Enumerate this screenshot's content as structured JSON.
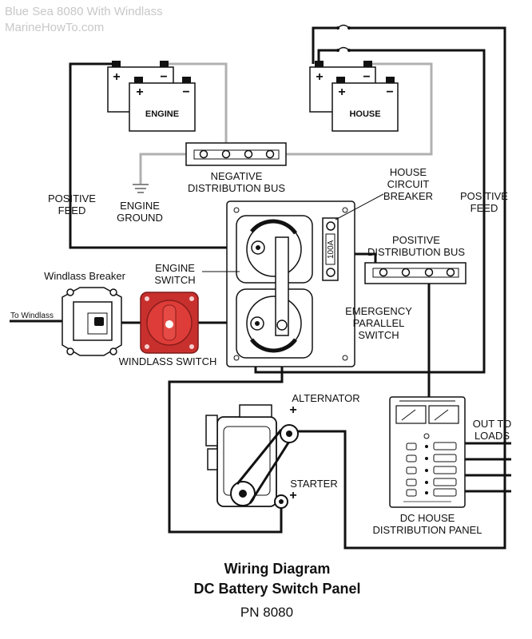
{
  "watermark": {
    "line1": "Blue Sea 8080 With Windlass",
    "line2": "MarineHowTo.com"
  },
  "batteries": {
    "engine": "ENGINE",
    "house": "HOUSE",
    "plus": "+",
    "minus": "−"
  },
  "labels": {
    "neg_bus_1": "NEGATIVE",
    "neg_bus_2": "DISTRIBUTION  BUS",
    "pos_feed_left_1": "POSITIVE",
    "pos_feed_left_2": "FEED",
    "engine_ground_1": "ENGINE",
    "engine_ground_2": "GROUND",
    "house_cb_1": "HOUSE",
    "house_cb_2": "CIRCUIT",
    "house_cb_3": "BREAKER",
    "pos_feed_right_1": "POSITIVE",
    "pos_feed_right_2": "FEED",
    "pos_bus_1": "POSITIVE",
    "pos_bus_2": "DISTRIBUTION  BUS",
    "windlass_breaker": "Windlass Breaker",
    "to_windlass": "To Windlass",
    "engine_switch_1": "ENGINE",
    "engine_switch_2": "SWITCH",
    "emergency_1": "EMERGENCY",
    "emergency_2": "PARALLEL",
    "emergency_3": "SWITCH",
    "windlass_switch": "WINDLASS SWITCH",
    "alternator": "ALTERNATOR",
    "alt_plus": "+",
    "starter": "STARTER",
    "starter_plus": "+",
    "out_loads_1": "OUT TO",
    "out_loads_2": "LOADS",
    "dc_panel_1": "DC HOUSE",
    "dc_panel_2": "DISTRIBUTION PANEL",
    "breaker_rating": "100A"
  },
  "title": {
    "line1": "Wiring Diagram",
    "line2": "DC Battery Switch Panel",
    "line3": "PN 8080"
  }
}
